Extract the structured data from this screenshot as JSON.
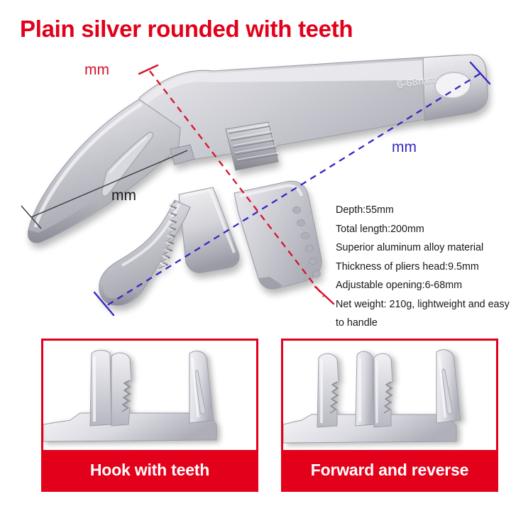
{
  "title": "Plain silver rounded with teeth",
  "colors": {
    "brand_red": "#e2001a",
    "depth_line_red": "#d8112a",
    "length_line_blue": "#3427c4",
    "thickness_line_black": "#1c1c1c",
    "metal_light": "#e9e9ed",
    "metal_mid": "#c9c9d0",
    "metal_dark": "#9a9aa4",
    "text_dark": "#17171a",
    "panel_white": "#ffffff"
  },
  "hero": {
    "product_name": "adjustable-wrench",
    "engraving": "6-68mm",
    "callouts": [
      {
        "name": "depth",
        "label": "mm",
        "color": "#d8112a",
        "line_style": "dashed"
      },
      {
        "name": "total-length",
        "label": "mm",
        "color": "#3427c4",
        "line_style": "dashed"
      },
      {
        "name": "thickness",
        "label": "mm",
        "color": "#1c1c1c",
        "line_style": "solid"
      }
    ]
  },
  "specs": [
    "Depth:55mm",
    "Total length:200mm",
    "Superior aluminum alloy material",
    "Thickness of pliers head:9.5mm",
    "Adjustable opening:6-68mm",
    "Net weight: 210g, lightweight and easy to handle"
  ],
  "panels": [
    {
      "name": "hook-with-teeth",
      "caption": "Hook with teeth"
    },
    {
      "name": "forward-and-reverse",
      "caption": "Forward and reverse"
    }
  ]
}
